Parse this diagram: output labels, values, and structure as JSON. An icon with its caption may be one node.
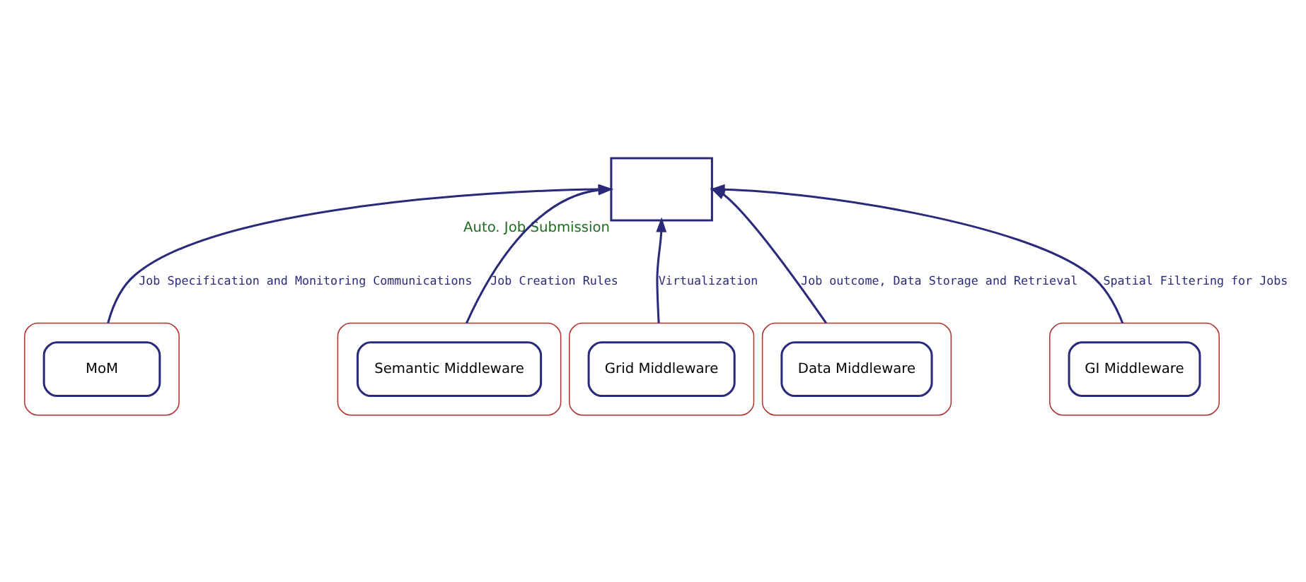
{
  "diagram": {
    "nodes": [
      {
        "text": [],
        "shape": "box",
        "beside": [
          "Auto. Job Submission"
        ]
      },
      {
        "text": [],
        "shape": "box"
      },
      {
        "text": [
          "MoM"
        ],
        "in": 1
      },
      {
        "text": [],
        "shape": "box"
      },
      {
        "text": [
          "Semantic Middleware"
        ],
        "in": 3
      },
      {
        "text": [],
        "shape": "box"
      },
      {
        "text": [
          "Grid Middleware"
        ],
        "in": 5
      },
      {
        "text": [],
        "shape": "box"
      },
      {
        "text": [
          "Data Middleware"
        ],
        "in": 7
      },
      {
        "text": [],
        "shape": "box"
      },
      {
        "text": [
          "GI Middleware"
        ],
        "in": 9
      }
    ],
    "edges": [
      {
        "from": 1,
        "to": 0,
        "arrow": "to",
        "label": "Job Specification and Monitoring Communications"
      },
      {
        "from": 3,
        "to": 0,
        "arrow": "to",
        "label": "Job Creation Rules"
      },
      {
        "from": 5,
        "to": 0,
        "arrow": "to",
        "label": "Virtualization"
      },
      {
        "from": 7,
        "to": 0,
        "arrow": "to",
        "label": "Job outcome, Data Storage and Retrieval"
      },
      {
        "from": 9,
        "to": 0,
        "arrow": "to",
        "label": "Spatial Filtering for Jobs"
      }
    ]
  }
}
